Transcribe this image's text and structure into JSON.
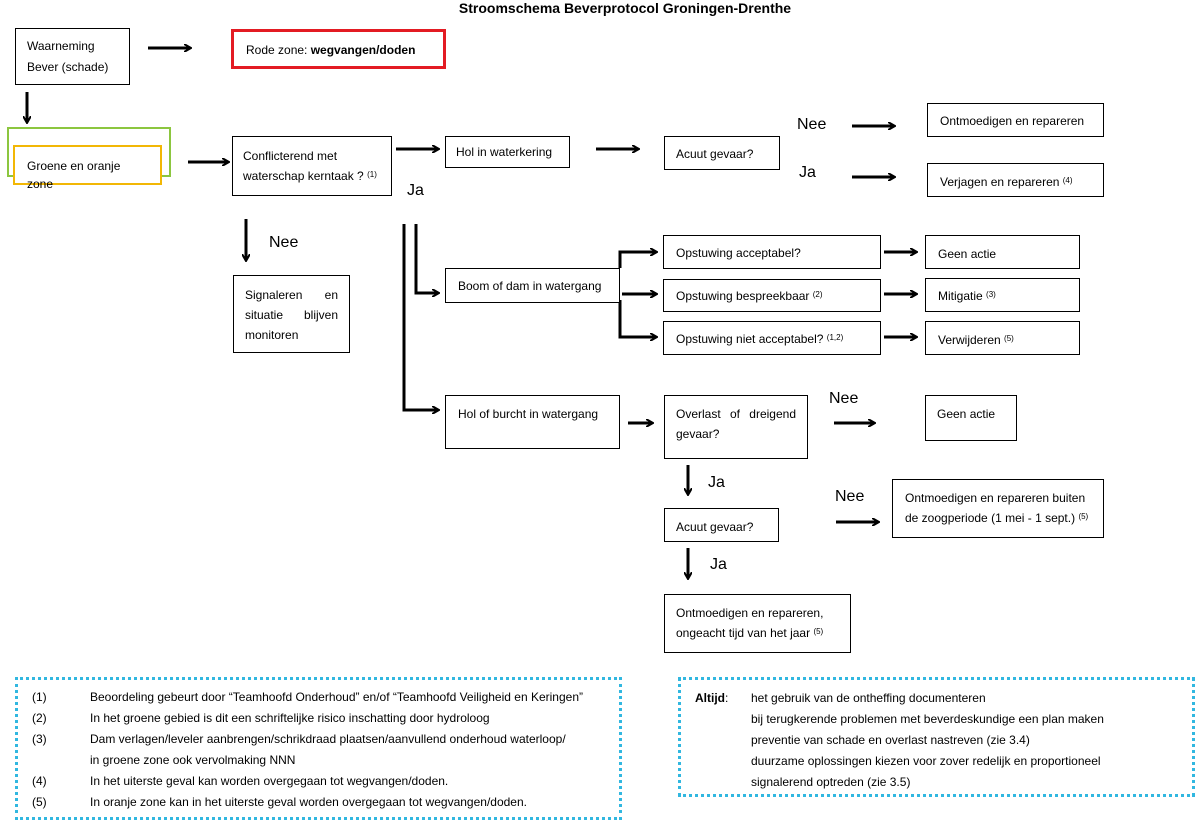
{
  "title": "Stroomschema Beverprotocol Groningen-Drenthe",
  "boxes": {
    "waarneming": "Waarneming Bever (schade)",
    "rode_zone_prefix": "Rode zone: ",
    "rode_zone_bold": "wegvangen/doden",
    "groene_oranje": "Groene en oranje zone",
    "conflicterend": "Conflicterend met waterschap kerntaak ?",
    "conflicterend_sup": "(1)",
    "signaleren": "Signaleren en situatie blijven monitoren",
    "hol_waterkering": "Hol in waterkering",
    "acuut_gevaar_1": "Acuut gevaar?",
    "ontmoedigen_repareren": "Ontmoedigen en repareren",
    "verjagen": "Verjagen en repareren",
    "verjagen_sup": "(4)",
    "boom_dam": "Boom of dam in watergang",
    "opstuwing_acceptabel": "Opstuwing acceptabel?",
    "opstuwing_bespreekbaar": "Opstuwing bespreekbaar",
    "opstuwing_bespreekbaar_sup": "(2)",
    "opstuwing_niet": "Opstuwing niet acceptabel?",
    "opstuwing_niet_sup": "(1,2)",
    "geen_actie_1": "Geen actie",
    "mitigatie": "Mitigatie",
    "mitigatie_sup": "(3)",
    "verwijderen": "Verwijderen",
    "verwijderen_sup": "(5)",
    "hol_burcht": "Hol of burcht in watergang",
    "overlast": "Overlast of dreigend gevaar?",
    "geen_actie_2": "Geen actie",
    "acuut_gevaar_2": "Acuut gevaar?",
    "buiten_zoogperiode": "Ontmoedigen en repareren buiten de zoogperiode (1 mei - 1 sept.)",
    "buiten_zoogperiode_sup": "(5)",
    "ongeacht": "Ontmoedigen en repareren, ongeacht tijd van het jaar",
    "ongeacht_sup": "(5)"
  },
  "labels": {
    "ja": "Ja",
    "nee": "Nee"
  },
  "colors": {
    "red_zone": "#e31b23",
    "green_zone": "#8cc63f",
    "orange_zone": "#f2b705",
    "dotted_legend": "#31b7e0"
  },
  "footnotes": [
    {
      "num": "(1)",
      "text": "Beoordeling gebeurt door “Teamhoofd Onderhoud” en/of “Teamhoofd Veiligheid en Keringen”"
    },
    {
      "num": "(2)",
      "text": "In het groene gebied is dit een schriftelijke risico inschatting door hydroloog"
    },
    {
      "num": "(3)",
      "text": "Dam verlagen/leveler aanbrengen/schrikdraad plaatsen/aanvullend onderhoud waterloop/"
    },
    {
      "num": "",
      "text": "in groene zone ook vervolmaking NNN"
    },
    {
      "num": "(4)",
      "text": "In het uiterste geval kan worden overgegaan tot wegvangen/doden."
    },
    {
      "num": "(5)",
      "text": "In oranje zone kan in het uiterste geval worden overgegaan tot wegvangen/doden."
    }
  ],
  "altijd": {
    "label": "Altijd",
    "items": [
      "het gebruik van de ontheffing documenteren",
      "bij terugkerende problemen met beverdeskundige een plan maken",
      "preventie van schade en overlast nastreven (zie 3.4)",
      "duurzame oplossingen kiezen voor zover redelijk en proportioneel",
      "signalerend optreden (zie 3.5)"
    ]
  }
}
